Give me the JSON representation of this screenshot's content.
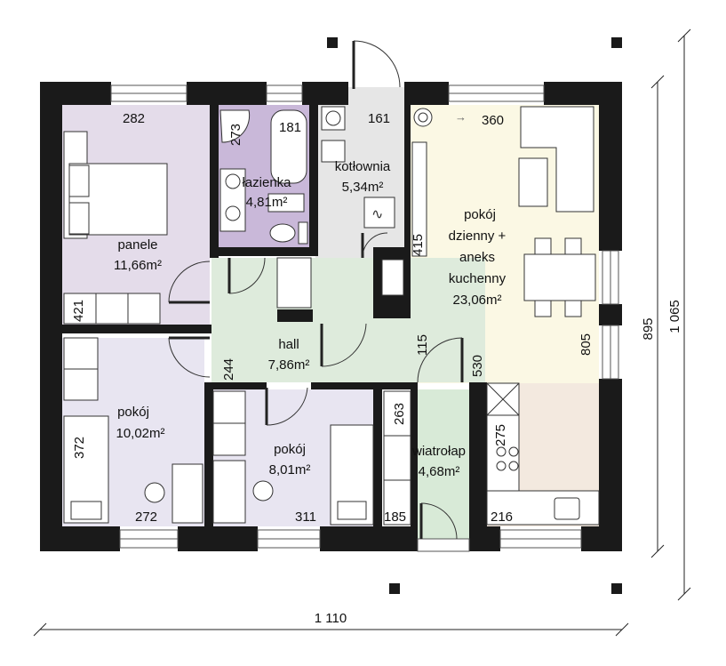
{
  "rooms": {
    "bedroom1": {
      "name": "panele",
      "area": "11,66m²",
      "width": "282",
      "depth": "421"
    },
    "bathroom": {
      "name": "łazienka",
      "area": "4,81m²",
      "d1": "273",
      "d2": "181"
    },
    "boiler": {
      "name": "kotłownia",
      "area": "5,34m²",
      "width": "161"
    },
    "living": {
      "line1": "pokój",
      "line2": "dzienny +",
      "line3": "aneks",
      "line4": "kuchenny",
      "area": "23,06m²",
      "width": "360",
      "d415": "415",
      "d805": "805",
      "d530": "530"
    },
    "hall": {
      "name": "hall",
      "area": "7,86m²",
      "d244": "244",
      "d115": "115"
    },
    "bedroom2": {
      "name": "pokój",
      "area": "10,02m²",
      "d372": "372",
      "d272": "272"
    },
    "bedroom3": {
      "name": "pokój",
      "area": "8,01m²",
      "d311": "311"
    },
    "vestibule": {
      "name": "wiatrołap",
      "area": "4,68m²",
      "d263": "263",
      "d185": "185"
    },
    "kitchen": {
      "d275": "275",
      "d216": "216"
    }
  },
  "overall": {
    "width": "1 110",
    "depth_inner": "895",
    "depth_outer": "1 065"
  },
  "colors": {
    "bedroom1": "#e4dcea",
    "bathroom": "#c9b8d9",
    "boiler": "#e6e6e6",
    "living": "#fbf8e4",
    "hall": "#deebdc",
    "bedrooms": "#e8e5f1",
    "vestibule": "#d8ead7",
    "kitchen": "#f3e9df",
    "wall": "#1a1a1a"
  }
}
